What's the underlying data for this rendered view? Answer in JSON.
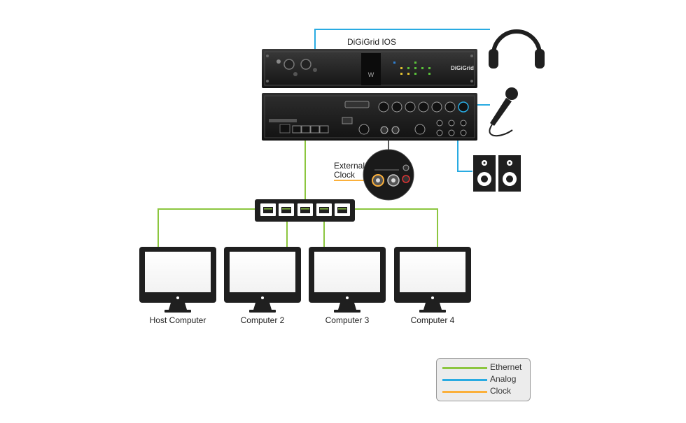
{
  "device": {
    "title": "DiGiGrid IOS",
    "brand": "DiGiGrid"
  },
  "clock": {
    "label_line1": "External",
    "label_line2": "Clock"
  },
  "computers": [
    {
      "label": "Host Computer"
    },
    {
      "label": "Computer 2"
    },
    {
      "label": "Computer 3"
    },
    {
      "label": "Computer 4"
    }
  ],
  "legend": {
    "items": [
      {
        "label": "Ethernet",
        "color": "#8cc63f"
      },
      {
        "label": "Analog",
        "color": "#29abe2"
      },
      {
        "label": "Clock",
        "color": "#fbb03b"
      }
    ]
  },
  "colors": {
    "ethernet": "#8cc63f",
    "analog": "#29abe2",
    "clock": "#fbb03b",
    "hardware": "#1f1f1f"
  }
}
